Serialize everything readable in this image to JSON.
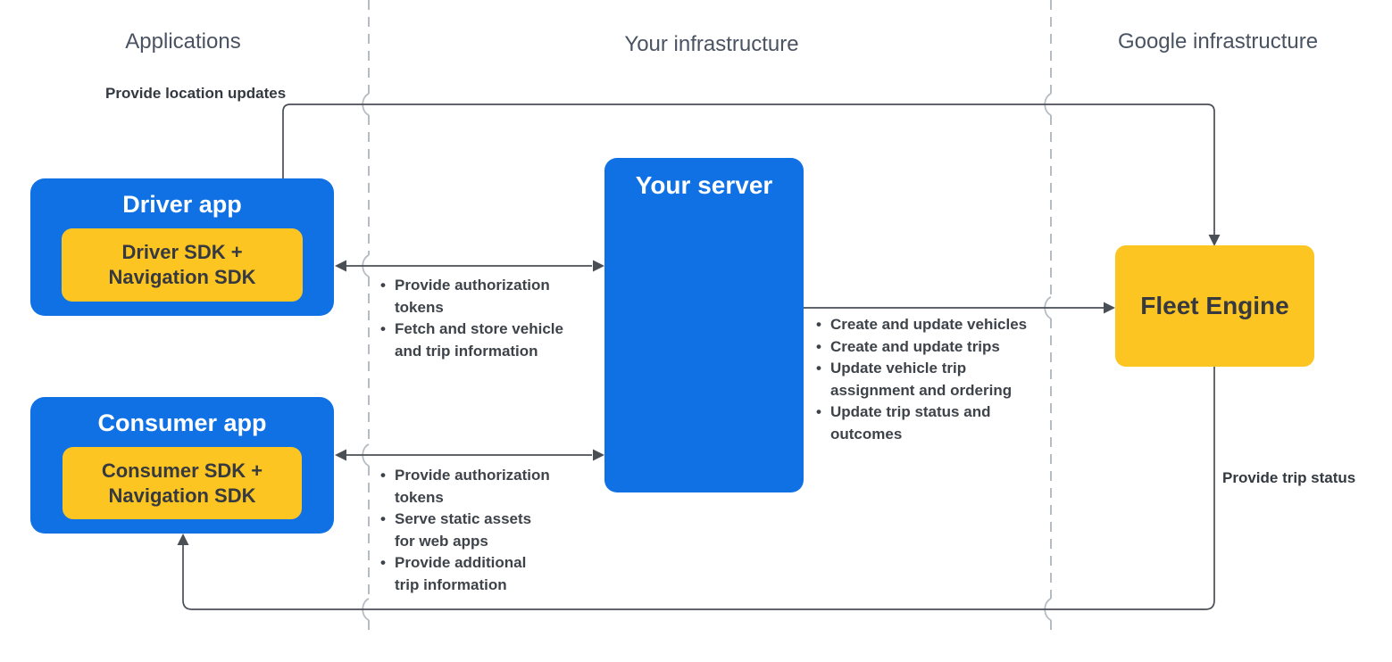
{
  "colors": {
    "node_blue": "#1071e4",
    "node_yellow": "#fdc521",
    "text_on_blue": "#ffffff",
    "text_dark": "#36393f",
    "bullet_text": "#3e434a",
    "header_text": "#4a5362",
    "line_color": "#4a4f56",
    "dashed_color": "#b7bcc3",
    "bg": "#ffffff"
  },
  "columns": [
    {
      "label": "Applications"
    },
    {
      "label": "Your infrastructure"
    },
    {
      "label": "Google infrastructure"
    }
  ],
  "nodes": {
    "driver_app": {
      "title": "Driver app",
      "sdk": "Driver SDK + Navigation SDK"
    },
    "consumer_app": {
      "title": "Consumer app",
      "sdk": "Consumer SDK + Navigation SDK"
    },
    "your_server": {
      "title": "Your server"
    },
    "fleet_engine": {
      "title": "Fleet Engine"
    }
  },
  "edge_labels": {
    "provide_location_updates": "Provide location updates",
    "provide_trip_status": "Provide trip status"
  },
  "bullets": {
    "driver_server": [
      "Provide authorization tokens",
      "Fetch and store vehicle and trip information"
    ],
    "consumer_server": [
      "Provide authorization tokens",
      "Serve static assets for web apps",
      "Provide additional trip information"
    ],
    "server_fleet": [
      "Create and update vehicles",
      "Create and update trips",
      "Update vehicle trip assignment and ordering",
      "Update trip status and outcomes"
    ]
  }
}
